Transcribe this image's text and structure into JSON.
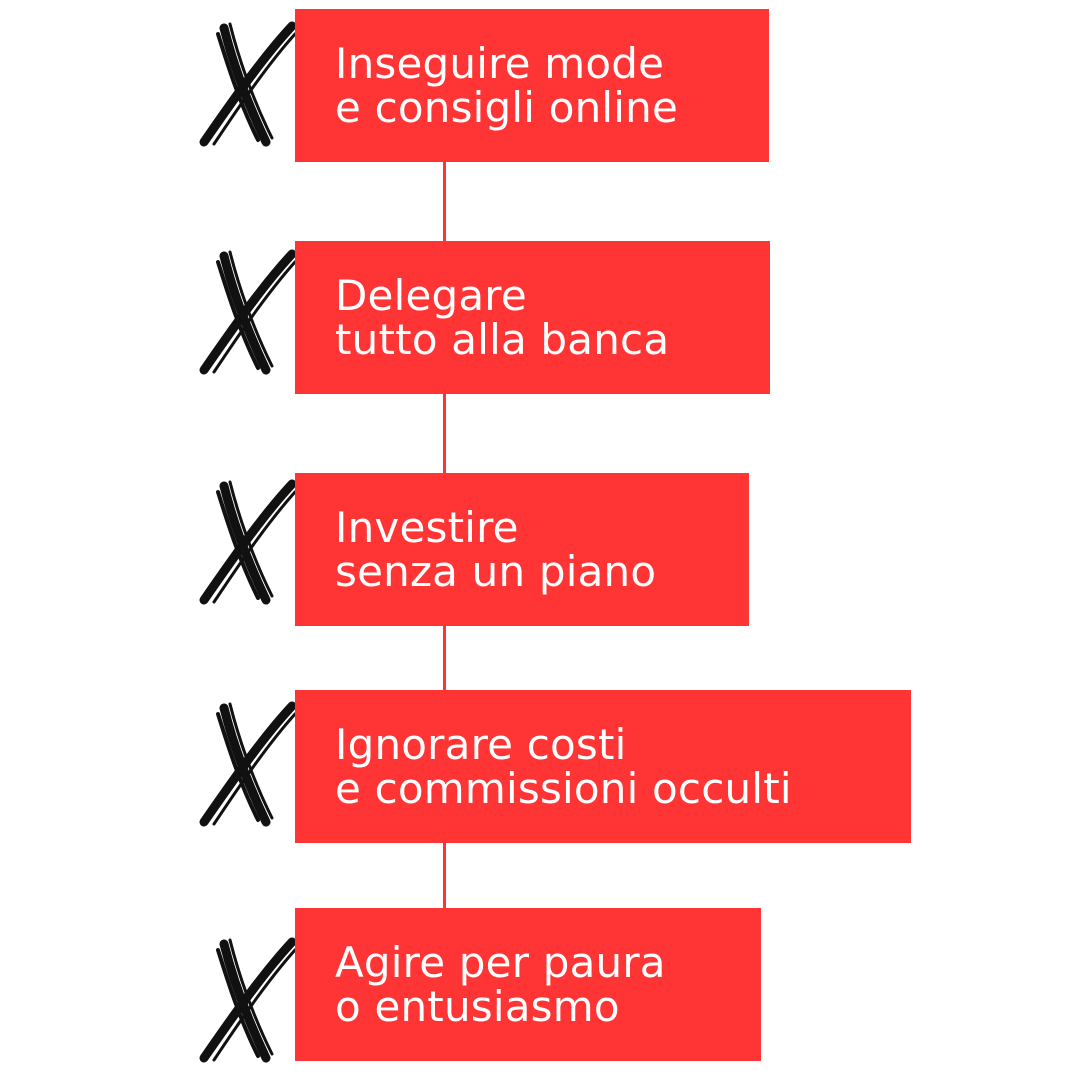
{
  "colors": {
    "box_fill": "#ff3434",
    "text": "#ffffff",
    "connector": "#ff3434",
    "x_mark": "#111111",
    "background": "#ffffff"
  },
  "icons": {
    "x_mark": "hand-drawn-x-icon"
  },
  "steps": [
    {
      "line1": "Inseguire mode",
      "line2": "e consigli online"
    },
    {
      "line1": "Delegare",
      "line2": "tutto alla banca"
    },
    {
      "line1": "Investire",
      "line2": "senza un piano"
    },
    {
      "line1": "Ignorare costi",
      "line2": "e commissioni occulti"
    },
    {
      "line1": "Agire per paura",
      "line2": "o entusiasmo"
    }
  ]
}
